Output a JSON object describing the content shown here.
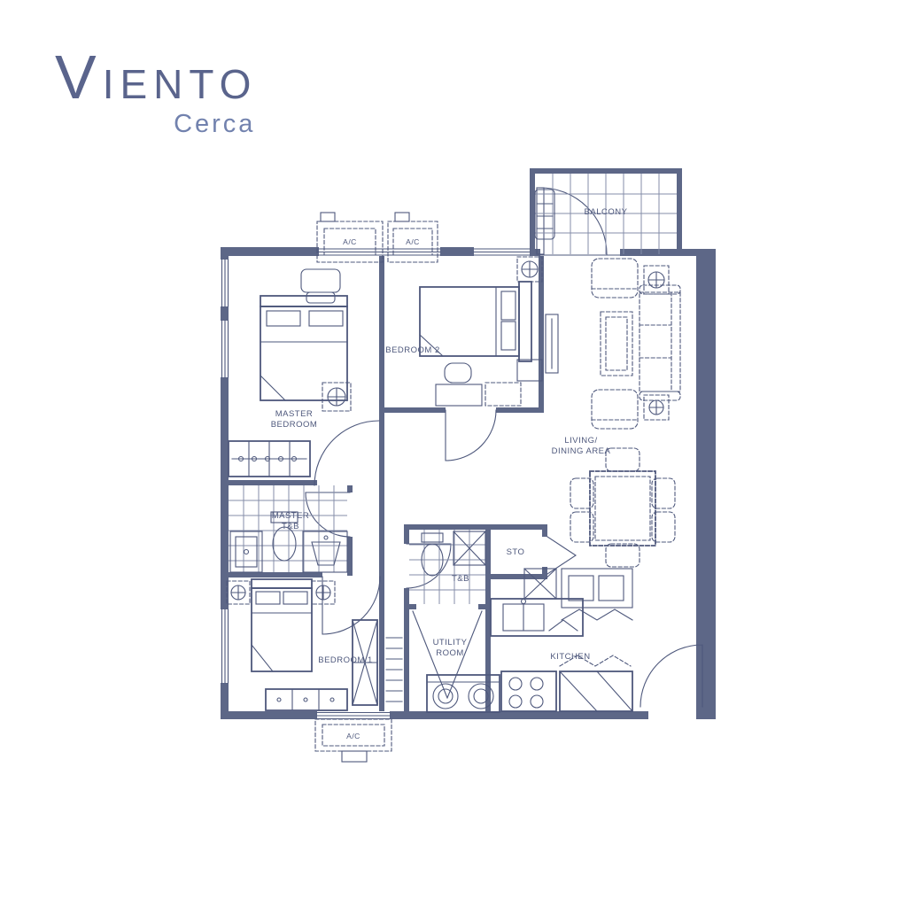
{
  "logo": {
    "title": "VIENTO",
    "subtitle": "Cerca"
  },
  "floor_plan": {
    "labels": {
      "master_bedroom": [
        "MASTER",
        "BEDROOM"
      ],
      "master_tb": [
        "MASTER",
        "T&B"
      ],
      "bedroom_1": [
        "BEDROOM 1"
      ],
      "bedroom_2": [
        "BEDROOM 2"
      ],
      "tb": [
        "T&B"
      ],
      "sto": [
        "STO"
      ],
      "utility_room": [
        "UTILITY",
        "ROOM"
      ],
      "kitchen": [
        "KITCHEN"
      ],
      "living_dining": [
        "LIVING/",
        "DINING AREA"
      ],
      "balcony": [
        "BALCONY"
      ],
      "ac": "A/C"
    }
  },
  "colors": {
    "background": "#ffffff",
    "line": "#4e587c",
    "wall": "#5d6787",
    "grid": "#848da9",
    "label": "#4e587c",
    "logo_title": "#5a648c",
    "logo_subtitle": "#7282ae"
  }
}
